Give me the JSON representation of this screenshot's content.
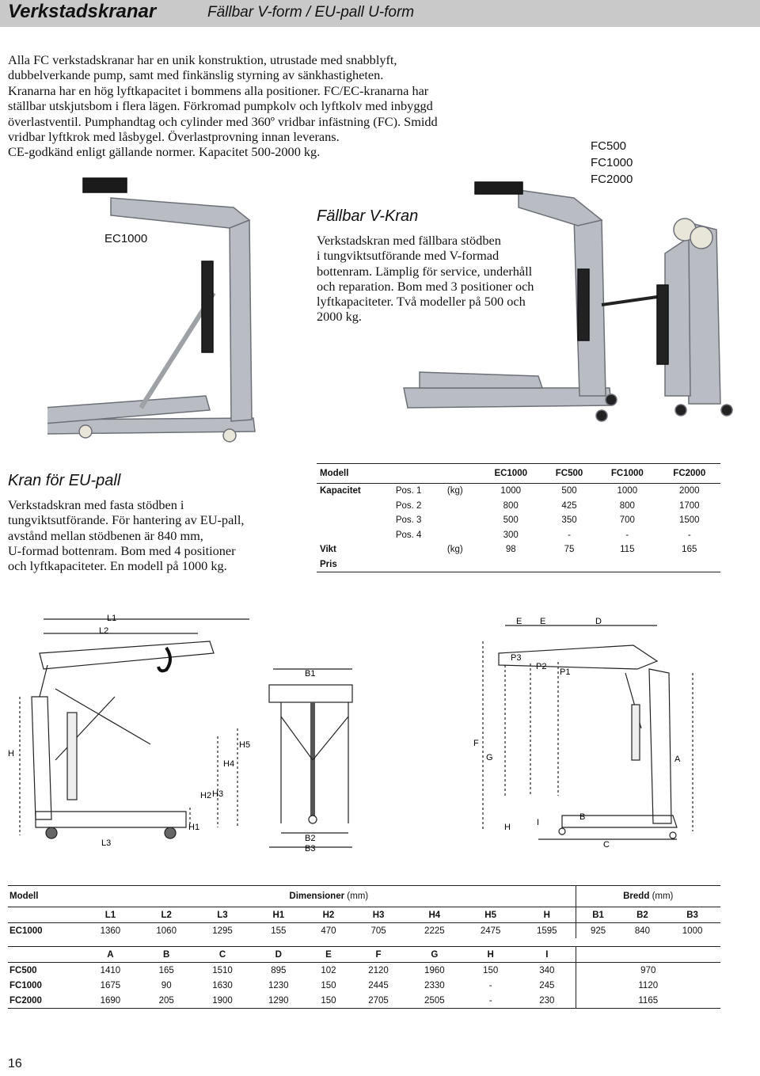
{
  "header": {
    "title": "Verkstadskranar",
    "subtitle": "Fällbar V-form / EU-pall U-form"
  },
  "intro": {
    "lines": [
      "Alla FC verkstadskranar har en unik konstruktion, utrustade med snabblyft,",
      "dubbelverkande pump, samt med finkänslig styrning av sänkhastigheten.",
      "Kranarna har en hög lyftkapacitet i bommens alla positioner. FC/EC-kranarna har",
      "ställbar utskjutsbom i flera lägen. Förkromad pumpkolv och lyftkolv med inbyggd",
      "överlastventil. Pumphandtag och cylinder med 360º vridbar infästning (FC). Smidd",
      "vridbar lyftkrok med låsbygel. Överlastprovning innan leverans.",
      "CE-godkänd enligt gällande normer. Kapacitet 500-2000 kg."
    ]
  },
  "models_list": [
    "FC500",
    "FC1000",
    "FC2000"
  ],
  "ec_label": "EC1000",
  "vkran": {
    "title": "Fällbar V-Kran",
    "lines": [
      "Verkstadskran med fällbara stödben",
      "i tungviktsutförande med V-formad",
      "bottenram. Lämplig för service, underhåll",
      "och reparation. Bom med 3 positioner och",
      "lyftkapaciteter. Två modeller på 500 och",
      "2000 kg."
    ]
  },
  "eu": {
    "title": "Kran för EU-pall",
    "lines": [
      "Verkstadskran med fasta stödben i",
      "tungviktsutförande. För hantering av EU-pall,",
      "avstånd mellan stödbenen är 840 mm,",
      "U-formad bottenram. Bom med 4 positioner",
      "och lyftkapaciteter. En modell på 1000 kg."
    ]
  },
  "spec_table": {
    "header": [
      "Modell",
      "EC1000",
      "FC500",
      "FC1000",
      "FC2000"
    ],
    "kapacitet_label": "Kapacitet",
    "unit": "(kg)",
    "rows": [
      {
        "pos": "Pos. 1",
        "vals": [
          "1000",
          "500",
          "1000",
          "2000"
        ]
      },
      {
        "pos": "Pos. 2",
        "vals": [
          "800",
          "425",
          "800",
          "1700"
        ]
      },
      {
        "pos": "Pos. 3",
        "vals": [
          "500",
          "350",
          "700",
          "1500"
        ]
      },
      {
        "pos": "Pos. 4",
        "vals": [
          "300",
          "-",
          "-",
          "-"
        ]
      }
    ],
    "vikt_label": "Vikt",
    "vikt": [
      "98",
      "75",
      "115",
      "165"
    ],
    "pris_label": "Pris"
  },
  "drawing_labels": {
    "L1": "L1",
    "L2": "L2",
    "L3": "L3",
    "H": "H",
    "H1": "H1",
    "H2": "H2",
    "H3": "H3",
    "H4": "H4",
    "H5": "H5",
    "B1": "B1",
    "B2": "B2",
    "B3": "B3",
    "E1": "E",
    "E2": "E",
    "D": "D",
    "P1": "P1",
    "P2": "P2",
    "P3": "P3",
    "F": "F",
    "G": "G",
    "A": "A",
    "Hs": "H",
    "I": "I",
    "B": "B",
    "C": "C"
  },
  "dim_table": {
    "modell_label": "Modell",
    "dim_label": "Dimensioner",
    "dim_unit": "(mm)",
    "bredd_label": "Bredd",
    "bredd_unit": "(mm)",
    "ec_cols": [
      "L1",
      "L2",
      "L3",
      "H1",
      "H2",
      "H3",
      "H4",
      "H5",
      "H",
      "B1",
      "B2",
      "B3"
    ],
    "ec_row": {
      "model": "EC1000",
      "vals": [
        "1360",
        "1060",
        "1295",
        "155",
        "470",
        "705",
        "2225",
        "2475",
        "1595",
        "925",
        "840",
        "1000"
      ]
    },
    "fc_cols": [
      "A",
      "B",
      "C",
      "D",
      "E",
      "F",
      "G",
      "H",
      "I"
    ],
    "fc_rows": [
      {
        "model": "FC500",
        "vals": [
          "1410",
          "165",
          "1510",
          "895",
          "102",
          "2120",
          "1960",
          "150",
          "340"
        ],
        "bredd": "970"
      },
      {
        "model": "FC1000",
        "vals": [
          "1675",
          "90",
          "1630",
          "1230",
          "150",
          "2445",
          "2330",
          "-",
          "245"
        ],
        "bredd": "1120"
      },
      {
        "model": "FC2000",
        "vals": [
          "1690",
          "205",
          "1900",
          "1290",
          "150",
          "2705",
          "2505",
          "-",
          "230"
        ],
        "bredd": "1165"
      }
    ]
  },
  "page_number": "16"
}
